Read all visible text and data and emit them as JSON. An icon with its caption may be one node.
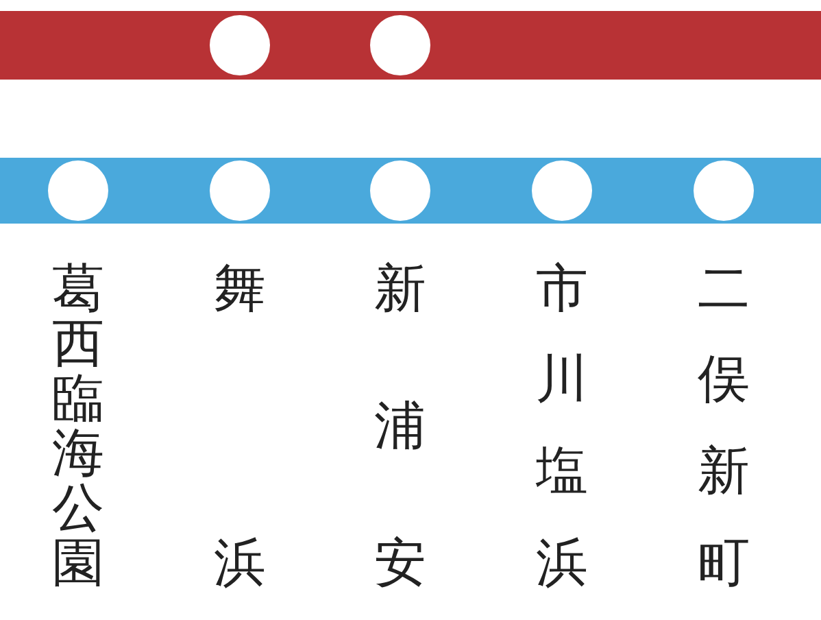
{
  "diagram": {
    "labels": [
      "葛西臨海公園",
      "舞浜",
      "新浦安",
      "市川塩浜",
      "二俣新町"
    ]
  }
}
